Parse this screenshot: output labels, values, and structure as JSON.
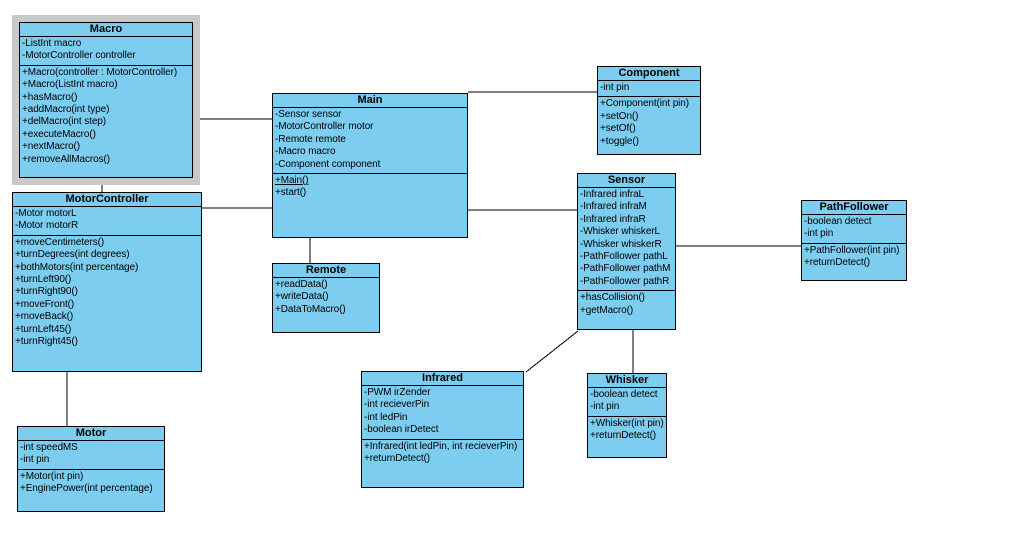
{
  "diagram": {
    "kind": "uml-class-diagram",
    "colors": {
      "box_fill": "#7dcdf0",
      "box_border": "#000000",
      "selection_frame": "#c9c9c9",
      "background": "#ffffff",
      "connector": "#000000"
    }
  },
  "classes": {
    "macro": {
      "title": "Macro",
      "attributes": [
        "-ListInt macro",
        "-MotorController controller"
      ],
      "methods": [
        "+Macro(controller : MotorController)",
        "+Macro(ListInt macro)",
        "+hasMacro()",
        "+addMacro(int type)",
        "+delMacro(int step)",
        "+executeMacro()",
        "+nextMacro()",
        "+removeAllMacros()"
      ]
    },
    "motor_controller": {
      "title": "MotorController",
      "attributes": [
        "-Motor motorL",
        "-Motor motorR"
      ],
      "methods": [
        "+moveCentimeters()",
        "+turnDegrees(int degrees)",
        "+bothMotors(int percentage)",
        "+turnLeft90()",
        "+turnRight90()",
        "+moveFront()",
        "+moveBack()",
        "+turnLeft45()",
        "+turnRight45()"
      ]
    },
    "motor": {
      "title": "Motor",
      "attributes": [
        "-int speedMS",
        "-int pin"
      ],
      "methods": [
        "+Motor(int pin)",
        "+EnginePower(int percentage)"
      ]
    },
    "main": {
      "title": "Main",
      "attributes": [
        "-Sensor sensor",
        "-MotorController motor",
        "-Remote remote",
        "-Macro macro",
        "-Component component"
      ],
      "methods": [
        "+Main()",
        "+start()"
      ]
    },
    "remote": {
      "title": "Remote",
      "methods": [
        "+readData()",
        "+writeData()",
        "+DataToMacro()"
      ]
    },
    "component": {
      "title": "Component",
      "attributes": [
        "-int pin"
      ],
      "methods": [
        "+Component(int pin)",
        "+setOn()",
        "+setOf()",
        "+toggle()"
      ]
    },
    "sensor": {
      "title": "Sensor",
      "attributes": [
        "-Infrared infraL",
        "-Infrared infraM",
        "-Infrared infraR",
        "-Whisker whiskerL",
        "-Whisker whiskerR",
        "-PathFollower pathL",
        "-PathFollower pathM",
        "-PathFollower pathR"
      ],
      "methods": [
        "+hasCollision()",
        "+getMacro()"
      ]
    },
    "path_follower": {
      "title": "PathFollower",
      "attributes": [
        "-boolean detect",
        "-int pin"
      ],
      "methods": [
        "+PathFollower(int pin)",
        "+returnDetect()"
      ]
    },
    "infrared": {
      "title": "Infrared",
      "attributes": [
        "-PWM irZender",
        "-int recieverPin",
        "-int ledPin",
        "-boolean irDetect"
      ],
      "methods": [
        "+Infrared(int ledPin, int recieverPin)",
        "+returnDetect()"
      ]
    },
    "whisker": {
      "title": "Whisker",
      "attributes": [
        "-boolean detect",
        "-int pin"
      ],
      "methods": [
        "+Whisker(int pin)",
        "+returnDetect()"
      ]
    }
  },
  "connections": [
    {
      "from": "Macro",
      "to": "Main"
    },
    {
      "from": "Macro",
      "to": "MotorController"
    },
    {
      "from": "MotorController",
      "to": "Main"
    },
    {
      "from": "MotorController",
      "to": "Motor"
    },
    {
      "from": "Main",
      "to": "Remote"
    },
    {
      "from": "Main",
      "to": "Component"
    },
    {
      "from": "Main",
      "to": "Sensor"
    },
    {
      "from": "Sensor",
      "to": "PathFollower"
    },
    {
      "from": "Sensor",
      "to": "Whisker"
    },
    {
      "from": "Sensor",
      "to": "Infrared"
    }
  ]
}
